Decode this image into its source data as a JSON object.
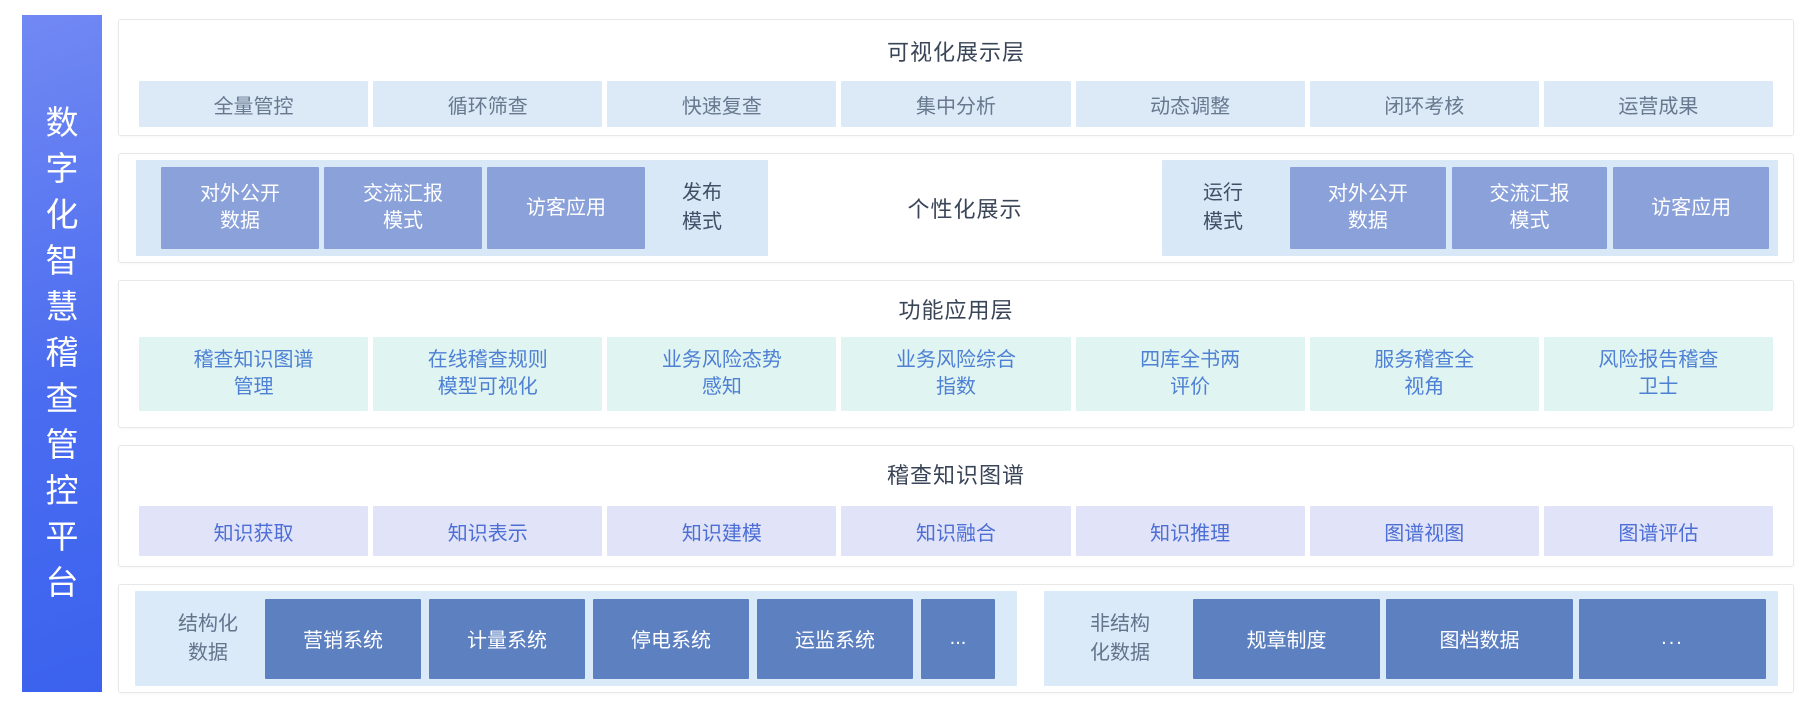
{
  "platform": {
    "title": "数字化智慧稽查管控平台",
    "chars": [
      "数",
      "字",
      "化",
      "智",
      "慧",
      "稽",
      "查",
      "管",
      "控",
      "平",
      "台"
    ]
  },
  "visual_layer": {
    "title": "可视化展示层",
    "items": [
      "全量管控",
      "循环筛查",
      "快速复查",
      "集中分析",
      "动态调整",
      "闭环考核",
      "运营成果"
    ]
  },
  "mode_layer": {
    "publish_group": {
      "label": "发布\n模式",
      "items": [
        "对外公开\n数据",
        "交流汇报\n模式",
        "访客应用"
      ]
    },
    "center_label": "个性化展示",
    "run_group": {
      "label": "运行\n模式",
      "items": [
        "对外公开\n数据",
        "交流汇报\n模式",
        "访客应用"
      ]
    }
  },
  "function_layer": {
    "title": "功能应用层",
    "items": [
      "稽查知识图谱\n管理",
      "在线稽查规则\n模型可视化",
      "业务风险态势\n感知",
      "业务风险综合\n指数",
      "四库全书两\n评价",
      "服务稽查全\n视角",
      "风险报告稽查\n卫士"
    ]
  },
  "knowledge_layer": {
    "title": "稽查知识图谱",
    "items": [
      "知识获取",
      "知识表示",
      "知识建模",
      "知识融合",
      "知识推理",
      "图谱视图",
      "图谱评估"
    ]
  },
  "data_layer": {
    "structured": {
      "label": "结构化\n数据",
      "items": [
        "营销系统",
        "计量系统",
        "停电系统",
        "运监系统",
        "..."
      ]
    },
    "unstructured": {
      "label": "非结构\n化数据",
      "items": [
        "规章制度",
        "图档数据",
        "..."
      ]
    }
  },
  "colors": {
    "sidebar_gradient_top": "#7289F3",
    "sidebar_gradient_bottom": "#3B62EE",
    "row_border": "#E8E8E8",
    "title_text": "#3A4557",
    "visual_item_bg": "#DCEAF7",
    "visual_item_text": "#67788F",
    "mode_panel_bg": "#D8E8F7",
    "mode_box_bg": "#8BA1DA",
    "function_item_bg": "#E0F4F2",
    "function_item_text": "#4E80D4",
    "knowledge_item_bg": "#E1E4F8",
    "knowledge_item_text": "#4C6ED5",
    "data_panel_bg": "#DAEAF9",
    "data_box_bg": "#5D80C1"
  }
}
